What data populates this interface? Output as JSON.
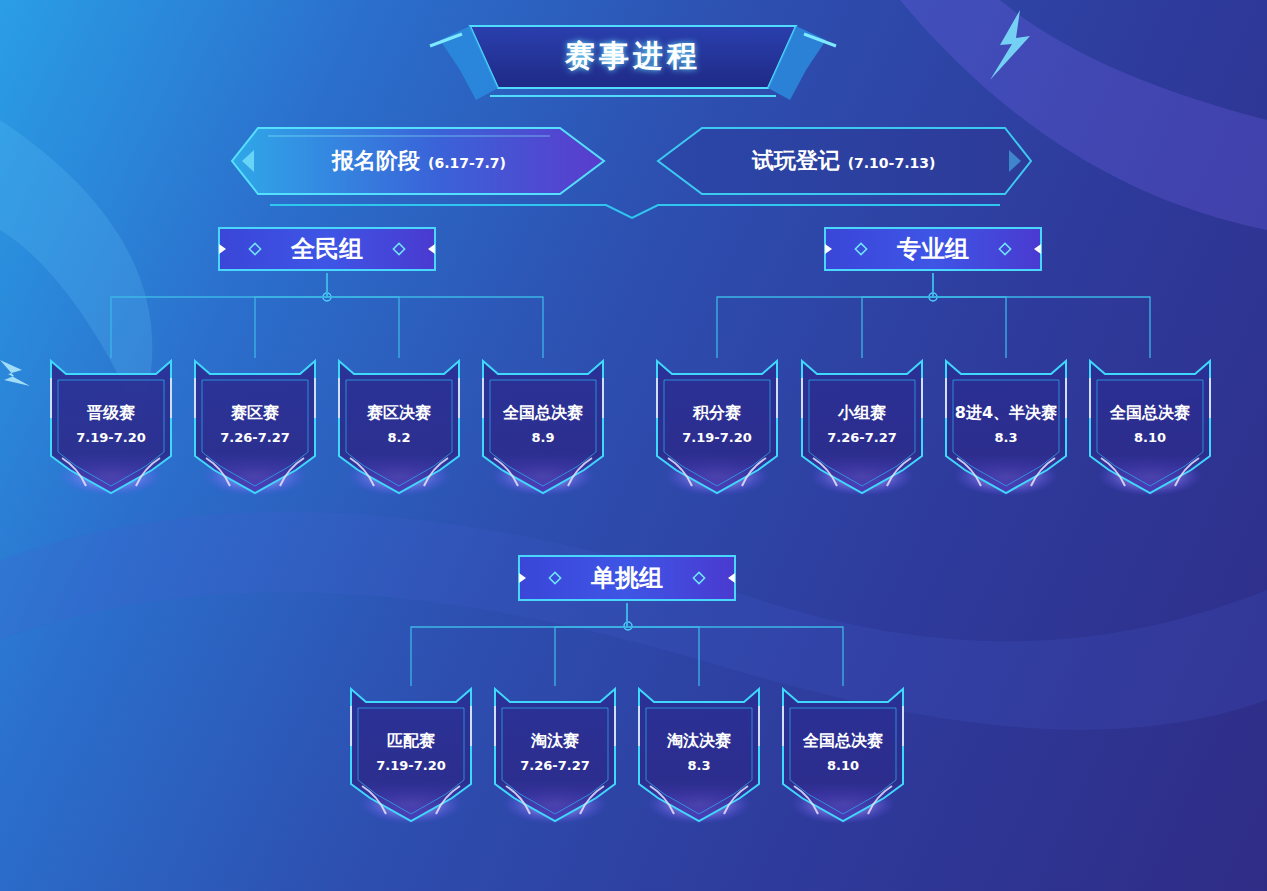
{
  "diagram": {
    "title": "赛事进程",
    "nodes": [
      {
        "text": [
          "报名阶段",
          "(6.17-7.7)"
        ]
      },
      {
        "text": [
          "试玩登记",
          "(7.10-7.13)"
        ]
      },
      {
        "text": [
          "全民组"
        ]
      },
      {
        "text": [
          "专业组"
        ]
      },
      {
        "text": [
          "晋级赛",
          "7.19-7.20"
        ]
      },
      {
        "text": [
          "赛区赛",
          "7.26-7.27"
        ]
      },
      {
        "text": [
          "赛区决赛",
          "8.2"
        ]
      },
      {
        "text": [
          "全国总决赛",
          "8.9"
        ]
      },
      {
        "text": [
          "积分赛",
          "7.19-7.20"
        ]
      },
      {
        "text": [
          "小组赛",
          "7.26-7.27"
        ]
      },
      {
        "text": [
          "8进4、半决赛",
          "8.3"
        ]
      },
      {
        "text": [
          "全国总决赛",
          "8.10"
        ]
      },
      {
        "text": [
          "单挑组"
        ]
      },
      {
        "text": [
          "匹配赛",
          "7.19-7.20"
        ]
      },
      {
        "text": [
          "淘汰赛",
          "7.26-7.27"
        ]
      },
      {
        "text": [
          "淘汰决赛",
          "8.3"
        ]
      },
      {
        "text": [
          "全国总决赛",
          "8.10"
        ]
      }
    ],
    "edges": [
      {
        "from": 2,
        "to": 4,
        "arrow": "none"
      },
      {
        "from": 2,
        "to": 5,
        "arrow": "none"
      },
      {
        "from": 2,
        "to": 6,
        "arrow": "none"
      },
      {
        "from": 2,
        "to": 7,
        "arrow": "none"
      },
      {
        "from": 3,
        "to": 8,
        "arrow": "none"
      },
      {
        "from": 3,
        "to": 9,
        "arrow": "none"
      },
      {
        "from": 3,
        "to": 10,
        "arrow": "none"
      },
      {
        "from": 3,
        "to": 11,
        "arrow": "none"
      },
      {
        "from": 12,
        "to": 13,
        "arrow": "none"
      },
      {
        "from": 12,
        "to": 14,
        "arrow": "none"
      },
      {
        "from": 12,
        "to": 15,
        "arrow": "none"
      },
      {
        "from": 12,
        "to": 16,
        "arrow": "none"
      }
    ]
  }
}
